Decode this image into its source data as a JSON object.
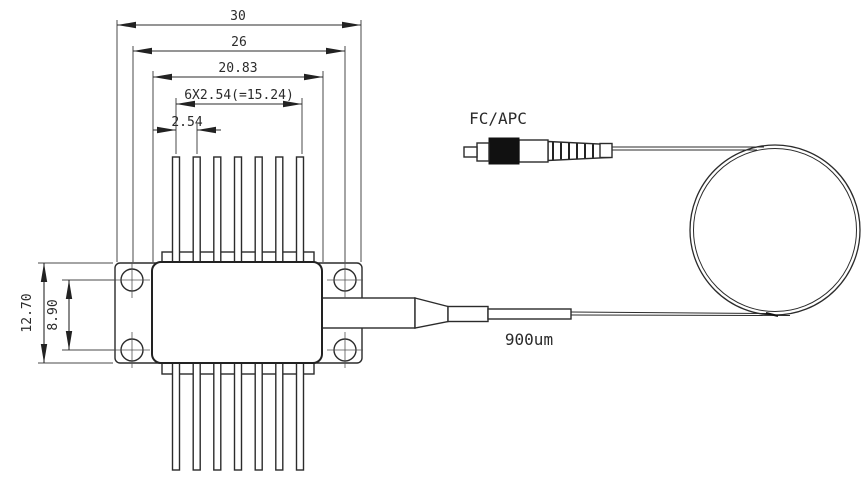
{
  "drawing": {
    "dimensions": {
      "overall_width": "30",
      "mount_hole_spacing": "26",
      "body_width": "20.83",
      "pin_span": "6X2.54(=15.24)",
      "pin_pitch": "2.54",
      "flange_height": "12.70",
      "hole_vertical_spacing": "8.90"
    },
    "labels": {
      "connector_type": "FC/APC",
      "fiber_jacket": "900um"
    },
    "colors": {
      "line": "#2b2b2b",
      "connector_body_fill": "#111111",
      "background": "#ffffff"
    }
  }
}
